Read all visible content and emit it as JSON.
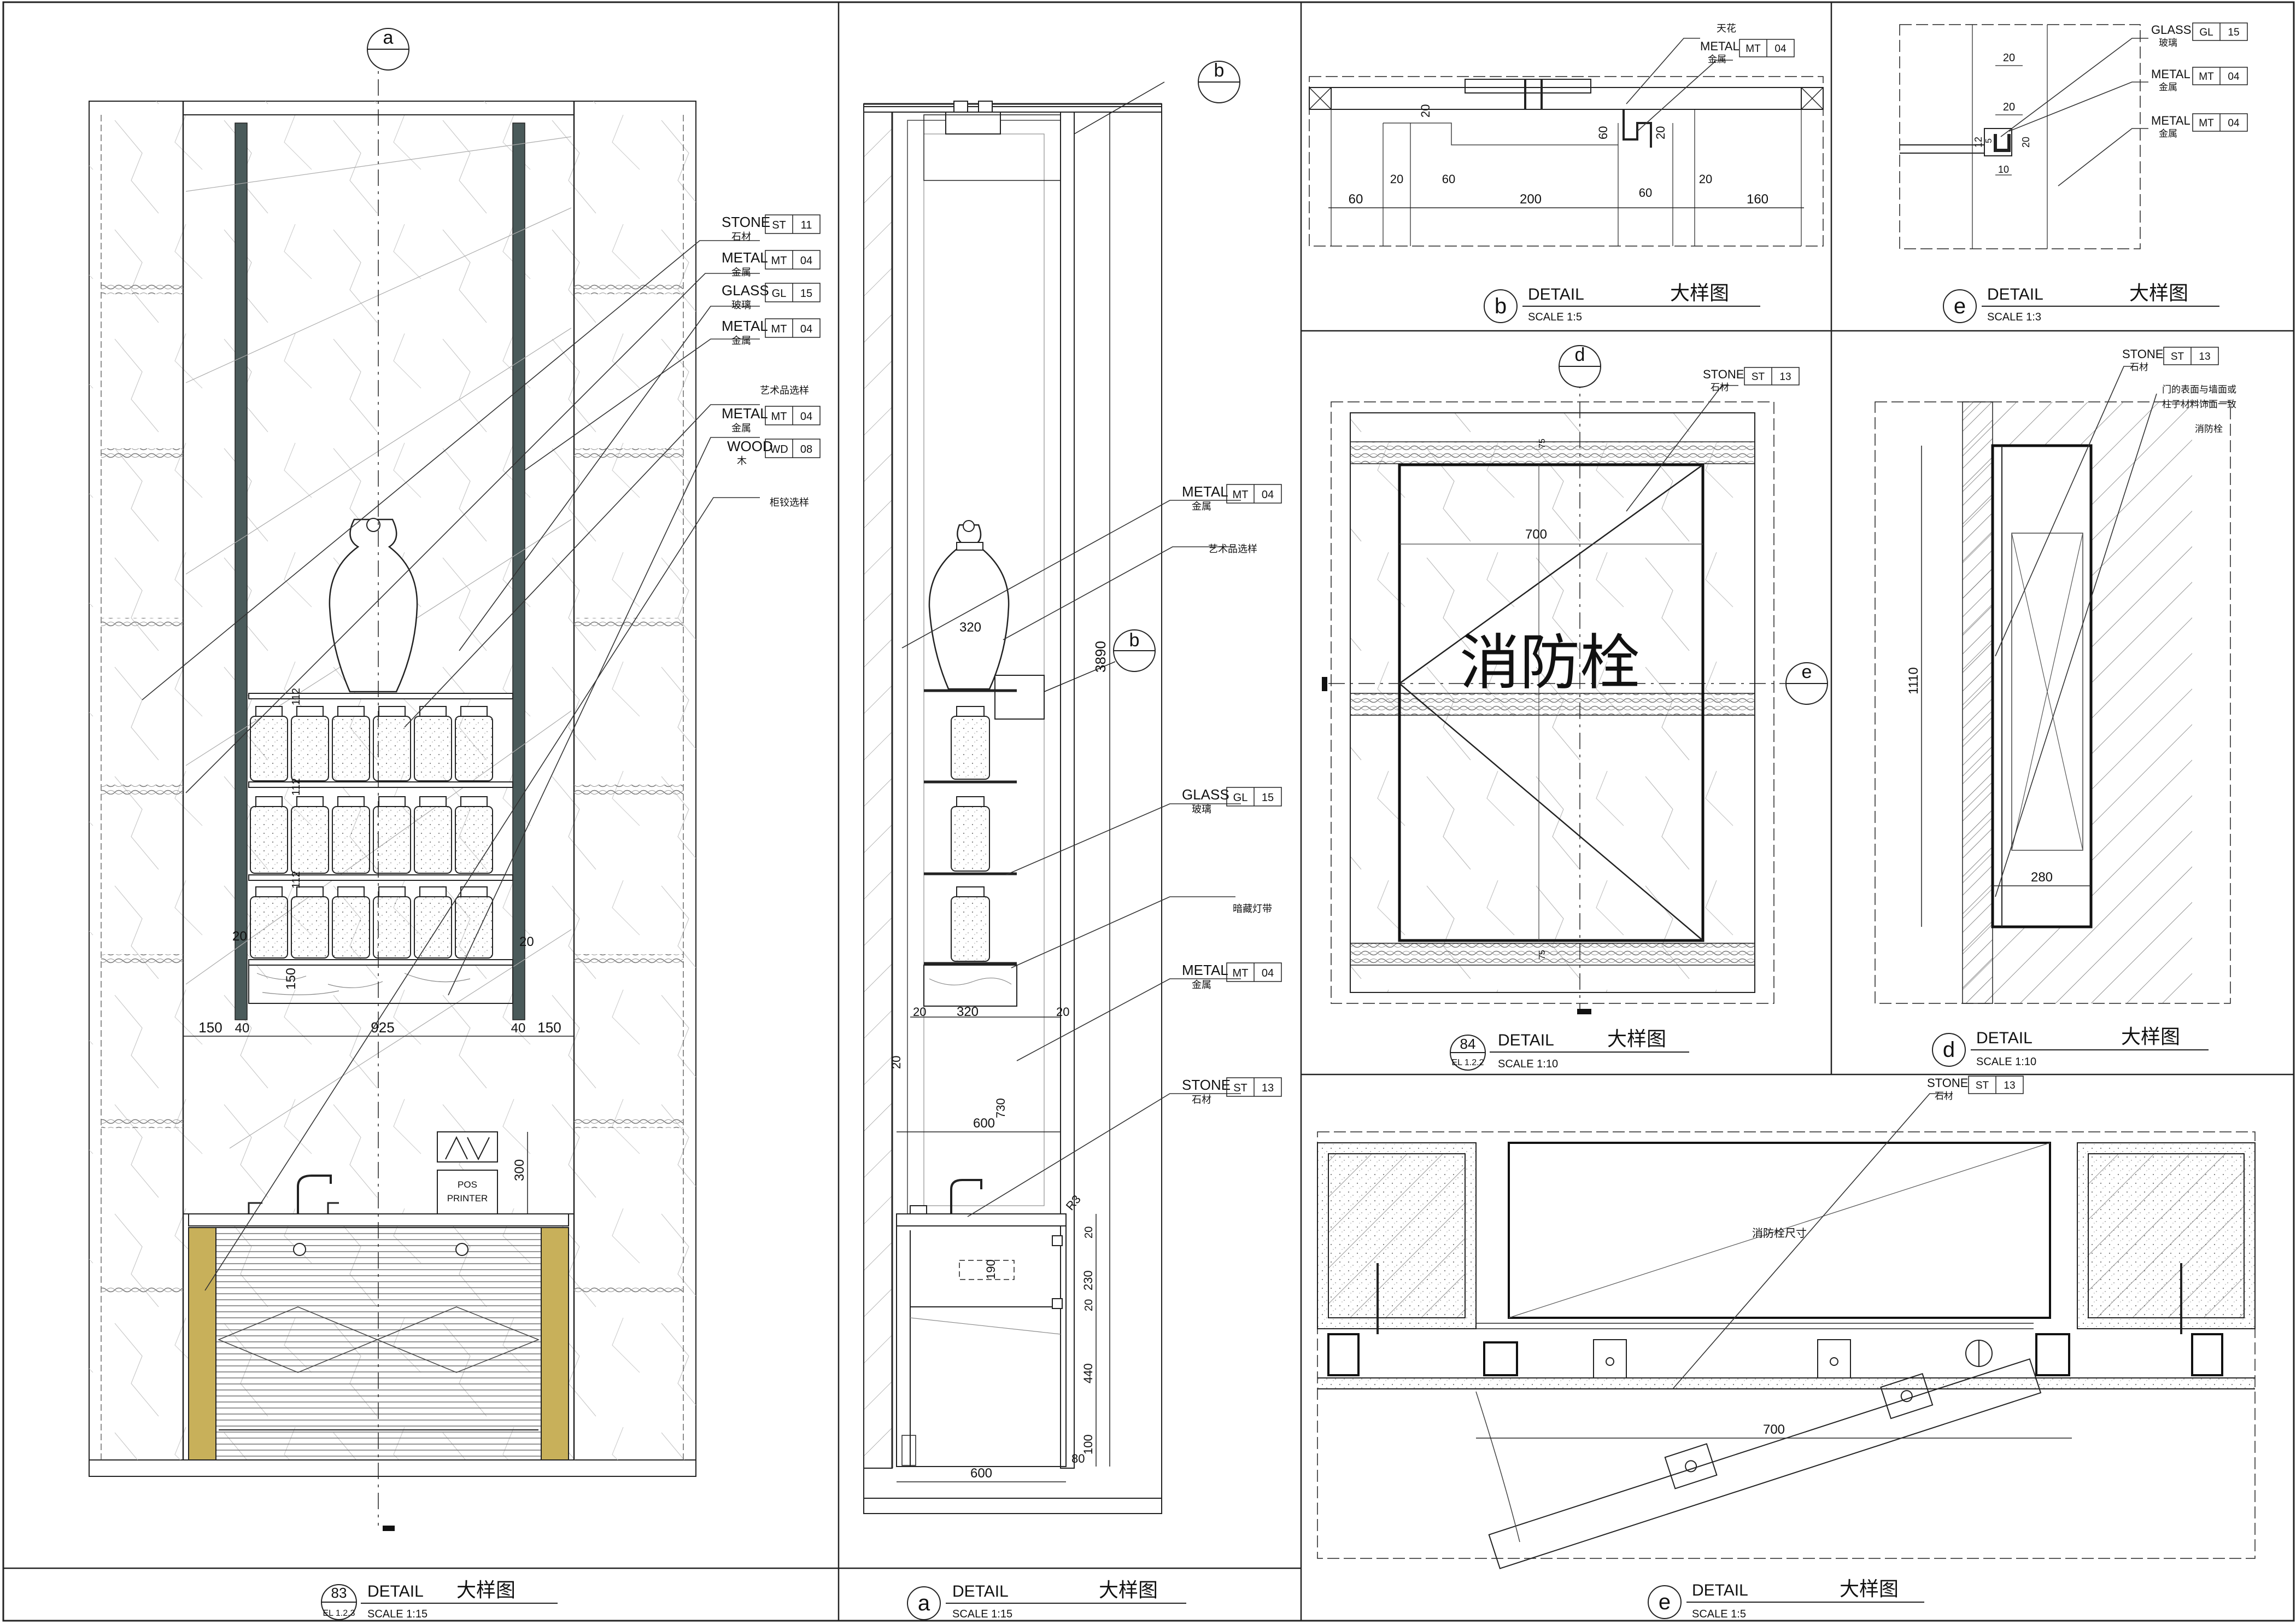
{
  "sheet": {
    "views": [
      {
        "id": "main",
        "tag_top": "83",
        "tag_bottom": "EL 1.2.3",
        "detail": "DETAIL",
        "title_cn": "大样图",
        "scale": "SCALE   1:15"
      },
      {
        "id": "a",
        "tag": "a",
        "detail": "DETAIL",
        "title_cn": "大样图",
        "scale": "SCALE   1:15"
      },
      {
        "id": "b",
        "tag": "b",
        "detail": "DETAIL",
        "title_cn": "大样图",
        "scale": "SCALE   1:5"
      },
      {
        "id": "e_top",
        "tag": "e",
        "detail": "DETAIL",
        "title_cn": "大样图",
        "scale": "SCALE   1:3"
      },
      {
        "id": "hydrant",
        "tag_top": "84",
        "tag_bottom": "EL 1.2.2",
        "detail": "DETAIL",
        "title_cn": "大样图",
        "scale": "SCALE   1:10"
      },
      {
        "id": "d",
        "tag": "d",
        "detail": "DETAIL",
        "title_cn": "大样图",
        "scale": "SCALE   1:10"
      },
      {
        "id": "e_bottom",
        "tag": "e",
        "detail": "DETAIL",
        "title_cn": "大样图",
        "scale": "SCALE   1:5"
      }
    ],
    "section_marks": {
      "a": "a",
      "b": "b",
      "d": "d",
      "e": "e"
    }
  },
  "materials": {
    "stone_en": "STONE",
    "stone_cn": "石材",
    "metal_en": "METAL",
    "metal_cn": "金属",
    "glass_en": "GLASS",
    "glass_cn": "玻璃",
    "wood_en": "WOOD",
    "wood_cn": "木",
    "st": "ST",
    "mt": "MT",
    "gl": "GL",
    "wd": "WD",
    "n11": "11",
    "n13": "13",
    "n04": "04",
    "n15": "15",
    "n08": "08"
  },
  "notes": {
    "art": "艺术品选样",
    "cabinet": "柜铰选样",
    "ceiling": "天花",
    "led": "暗藏灯带",
    "hydrant_big": "消防栓",
    "hydrant_size": "消防栓尺寸",
    "door_note1": "门的表面与墙面或",
    "door_note2": "柱子材料饰面一致",
    "door_note3": "消防栓",
    "pos1": "POS",
    "pos2": "PRINTER"
  },
  "dims": {
    "main": {
      "d150a": "150",
      "d40a": "40",
      "d925": "925",
      "d40b": "40",
      "d150b": "150",
      "d20a": "20",
      "d20b": "20",
      "d150v": "150",
      "d112a": "112",
      "d112b": "112",
      "d112c": "112",
      "d300": "300"
    },
    "a": {
      "d320a": "320",
      "d3890": "3890",
      "d20a": "20",
      "d320b": "320",
      "d20b": "20",
      "d600a": "600",
      "d730": "730",
      "d20c": "20",
      "dR3": "R3",
      "d20d": "20",
      "d190": "190",
      "d230": "230",
      "d20e": "20",
      "d440": "440",
      "d100": "100",
      "d80": "80",
      "d600b": "600"
    },
    "b": {
      "d20a": "20",
      "d60a": "60",
      "d20b": "20",
      "d60": "60",
      "d20c": "20",
      "d60b": "60",
      "d200": "200",
      "d60c": "60",
      "d20d": "20",
      "d160": "160"
    },
    "e": {
      "d20a": "20",
      "d20b": "20",
      "d12": "12",
      "d5": "5",
      "d10": "10",
      "d20c": "20"
    },
    "h": {
      "d700": "700",
      "d75a": "75",
      "d75b": "75"
    },
    "d": {
      "d1110": "1110",
      "d280": "280"
    },
    "eb": {
      "d700": "700"
    }
  }
}
